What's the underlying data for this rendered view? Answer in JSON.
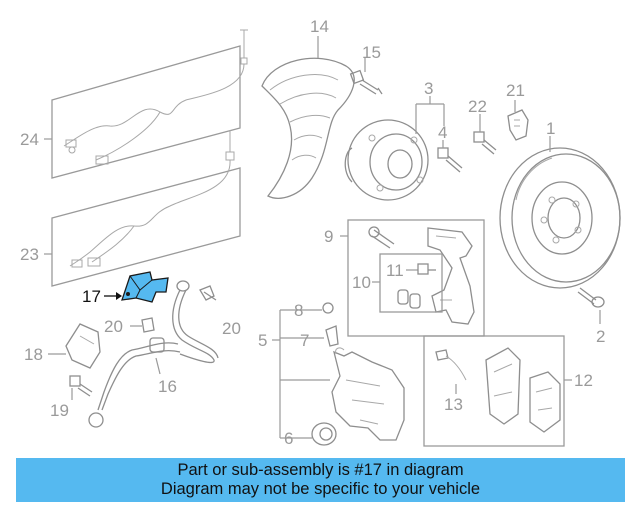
{
  "diagram": {
    "callouts": {
      "p1": "1",
      "p3": "3",
      "p4": "4",
      "p5": "5",
      "p6": "6",
      "p7": "7",
      "p8": "8",
      "p9": "9",
      "p10": "10",
      "p11": "11",
      "p12": "12",
      "p13": "13",
      "p14": "14",
      "p15": "15",
      "p16": "16",
      "p17": "17",
      "p18": "18",
      "p19": "19",
      "p20a": "20",
      "p20b": "20",
      "p21": "21",
      "p22": "22",
      "p23": "23",
      "p24": "24",
      "p2": "2"
    },
    "highlighted_part": "17",
    "highlight_color": "#55b9f0"
  },
  "caption": {
    "line1": "Part or sub-assembly is #17 in diagram",
    "line2": "Diagram may not be specific to your vehicle",
    "background_color": "#55b9f0"
  }
}
